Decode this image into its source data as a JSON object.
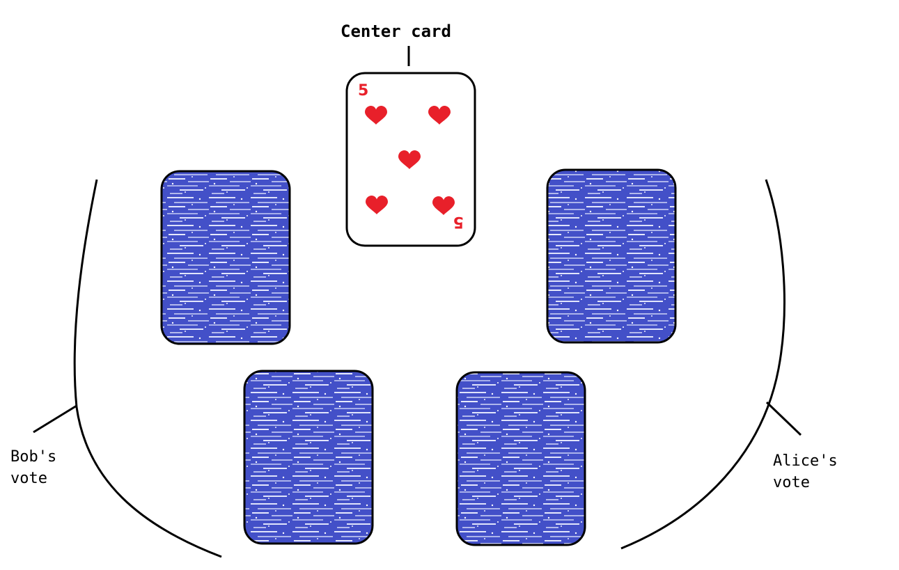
{
  "labels": {
    "center": "Center card",
    "bob_line1": "Bob's",
    "bob_line2": "vote",
    "alice_line1": "Alice's",
    "alice_line2": "vote"
  },
  "center_card": {
    "rank": "5",
    "suit": "hearts",
    "suit_icon": "heart-icon",
    "color": "#e8202a"
  },
  "face_down_cards": {
    "count": 4,
    "back_color": "#3f4dc6"
  },
  "colors": {
    "ink": "#000000",
    "card_face": "#ffffff"
  }
}
